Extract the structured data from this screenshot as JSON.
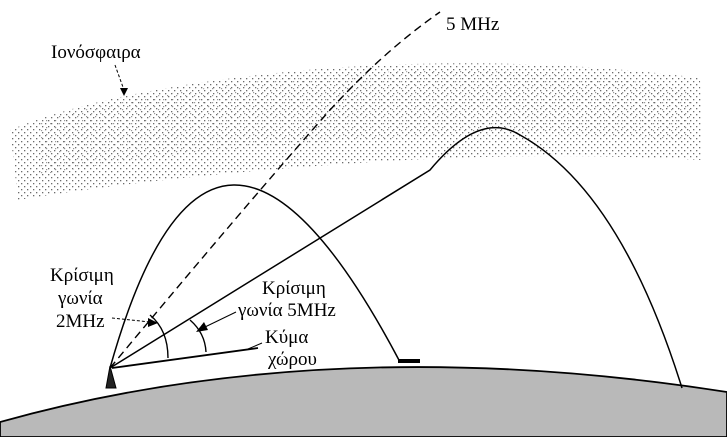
{
  "labels": {
    "ionosphere": "Ιονόσφαιρα",
    "freq_escape": "5 MHz",
    "critical_angle_2mhz_line1": "Κρίσιμη",
    "critical_angle_2mhz_line2": "γωνία",
    "critical_angle_2mhz_line3": "2MHz",
    "critical_angle_5mhz_line1": "Κρίσιμη",
    "critical_angle_5mhz_line2": "γωνία 5MHz",
    "space_wave_line1": "Κύμα",
    "space_wave_line2": "χώρου"
  },
  "colors": {
    "earth": "#b9b9b9",
    "ink": "#000000",
    "ionosphere_dots": "#3a3a3a"
  }
}
